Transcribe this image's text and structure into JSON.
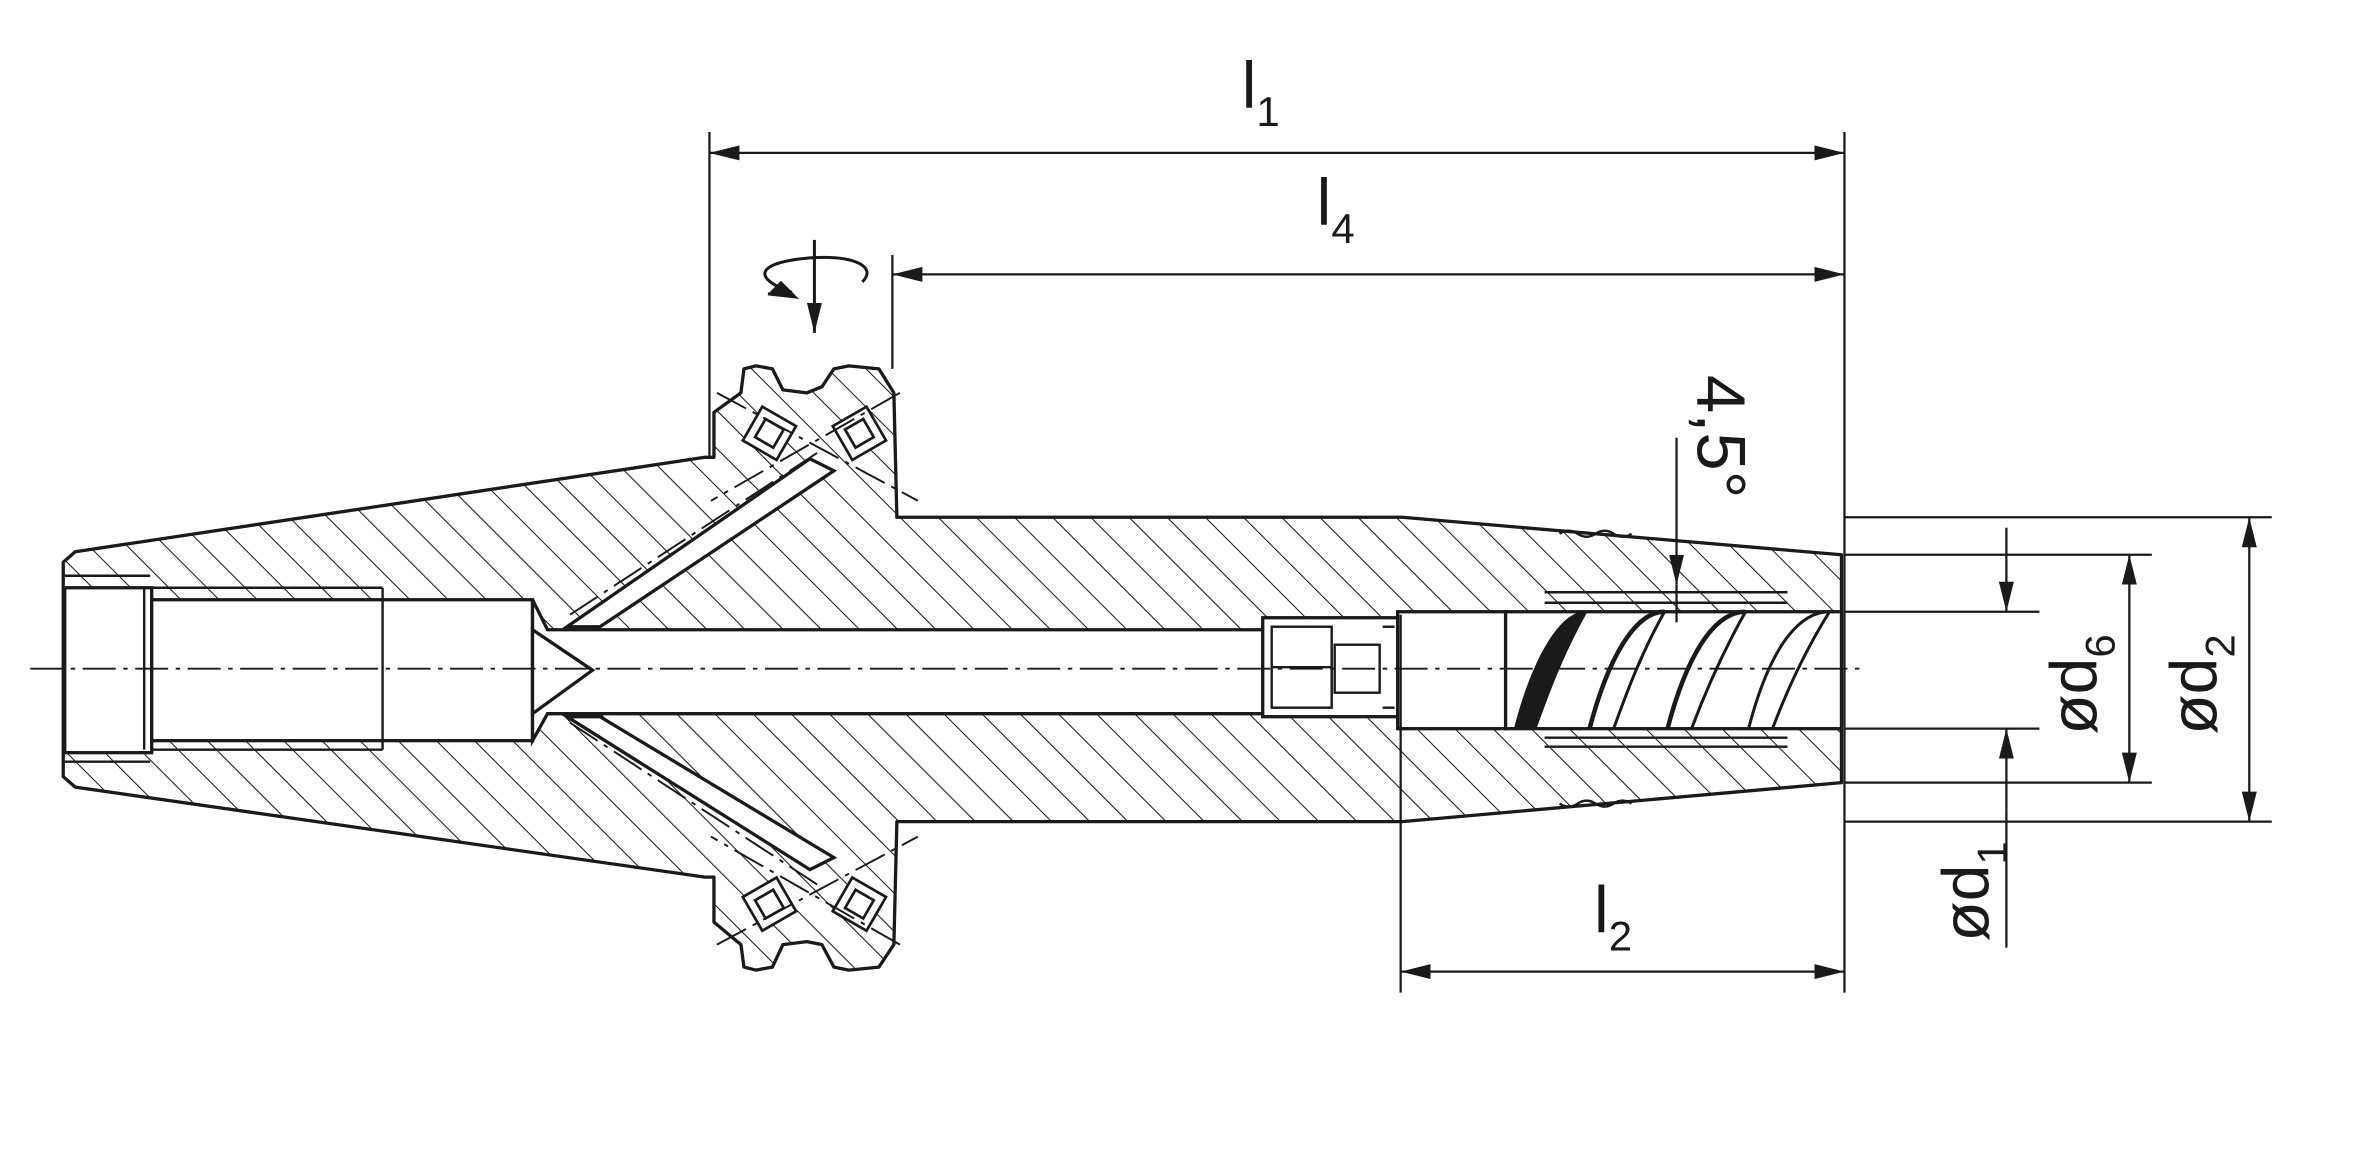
{
  "colors": {
    "ink": "#1a1a1a",
    "background": "#ffffff"
  },
  "dimensions": {
    "l1": {
      "base": "l",
      "sub": "1"
    },
    "l4": {
      "base": "l",
      "sub": "4"
    },
    "l2": {
      "base": "l",
      "sub": "2"
    },
    "d1": {
      "base": "ød",
      "sub": "1"
    },
    "d6": {
      "base": "ød",
      "sub": "6"
    },
    "d2": {
      "base": "ød",
      "sub": "2"
    },
    "angle": "4,5°"
  }
}
